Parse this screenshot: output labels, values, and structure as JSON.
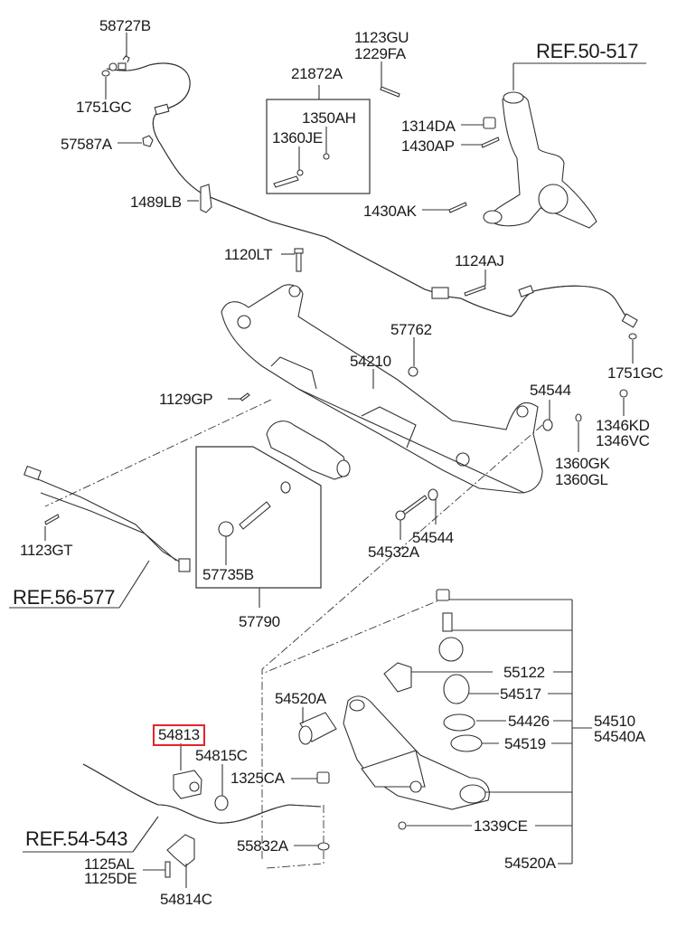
{
  "diagram": {
    "title": "Front Suspension Crossmember / Lower Arm / Stabilizer Bar",
    "highlight_color": "#e0262b",
    "highlighted_part": "54813",
    "references": {
      "knuckle": "REF.50-517",
      "steering_gear": "REF.56-577",
      "stabilizer": "REF.54-543"
    },
    "labels": {
      "p58727B": "58727B",
      "p1751GC_left": "1751GC",
      "p57587A": "57587A",
      "p1489LB": "1489LB",
      "p21872A": "21872A",
      "p1350AH": "1350AH",
      "p1360JE": "1360JE",
      "p1123GU": "1123GU",
      "p1229FA": "1229FA",
      "p1314DA": "1314DA",
      "p1430AP": "1430AP",
      "p1430AK": "1430AK",
      "p1120LT": "1120LT",
      "p1124AJ": "1124AJ",
      "p57762": "57762",
      "p54210": "54210",
      "p1751GC_right": "1751GC",
      "p1129GP": "1129GP",
      "p54544_upper": "54544",
      "p1346KD": "1346KD",
      "p1346VC": "1346VC",
      "p1360GK": "1360GK",
      "p1360GL": "1360GL",
      "p1123GT": "1123GT",
      "p57735B": "57735B",
      "p54532A": "54532A",
      "p54544_lower": "54544",
      "p57790": "57790",
      "p55122": "55122",
      "p54517": "54517",
      "p54426": "54426",
      "p54519": "54519",
      "p54510": "54510",
      "p54540A": "54540A",
      "p54520A_bush": "54520A",
      "p54813": "54813",
      "p54815C": "54815C",
      "p1325CA": "1325CA",
      "p1339CE": "1339CE",
      "p55832A": "55832A",
      "p54520A_arm": "54520A",
      "p1125AL": "1125AL",
      "p1125DE": "1125DE",
      "p54814C": "54814C"
    }
  }
}
